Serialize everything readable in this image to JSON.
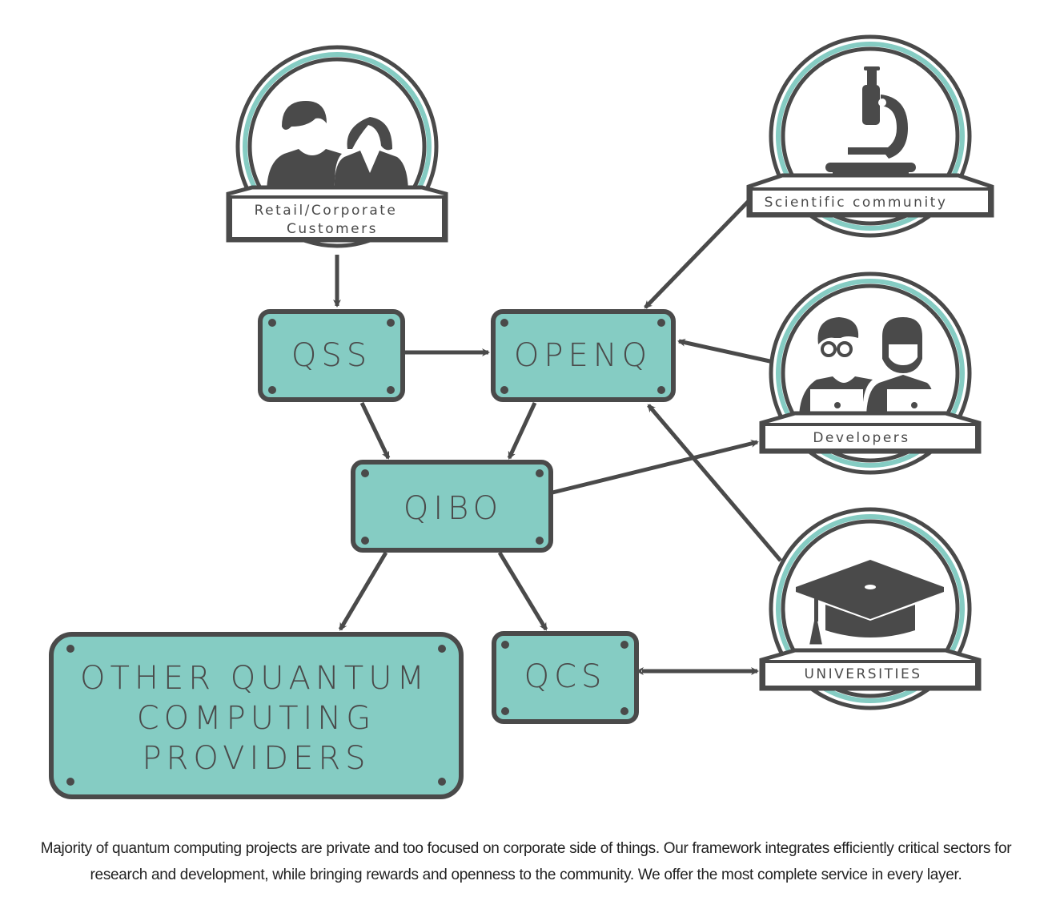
{
  "colors": {
    "teal": "#85ccc3",
    "dark": "#4a4a4a",
    "white": "#ffffff"
  },
  "boxes": {
    "qss": "QSS",
    "openq": "OPENQ",
    "qibo": "QIBO",
    "qcs": "QCS",
    "other": [
      "OTHER QUANTUM",
      "COMPUTING",
      "PROVIDERS"
    ]
  },
  "badges": {
    "customers": {
      "line1": "Retail/Corporate",
      "line2": "Customers",
      "icon": "people-icon"
    },
    "scientific": {
      "line1": "Scientific community",
      "icon": "microscope-icon"
    },
    "developers": {
      "line1": "Developers",
      "icon": "developers-icon"
    },
    "universities": {
      "line1": "UNIVERSITIES",
      "icon": "graduation-cap-icon"
    }
  },
  "edges": [
    {
      "from": "Retail/Corporate Customers",
      "to": "QSS"
    },
    {
      "from": "QSS",
      "to": "OPENQ"
    },
    {
      "from": "QSS",
      "to": "QIBO"
    },
    {
      "from": "OPENQ",
      "to": "QIBO"
    },
    {
      "from": "Scientific community",
      "to": "OPENQ"
    },
    {
      "from": "Developers",
      "to": "OPENQ"
    },
    {
      "from": "QIBO",
      "to": "Developers"
    },
    {
      "from": "Universities",
      "to": "OPENQ"
    },
    {
      "from": "QIBO",
      "to": "Other Quantum Computing Providers"
    },
    {
      "from": "QIBO",
      "to": "QCS"
    },
    {
      "from": "QCS",
      "to": "Universities",
      "bidirectional": true
    }
  ],
  "caption": "Majority of quantum computing projects are private and too focused on corporate side of things. Our framework integrates efficiently critical sectors for research and development, while bringing rewards and openness to the community. We offer the most complete service in every layer."
}
